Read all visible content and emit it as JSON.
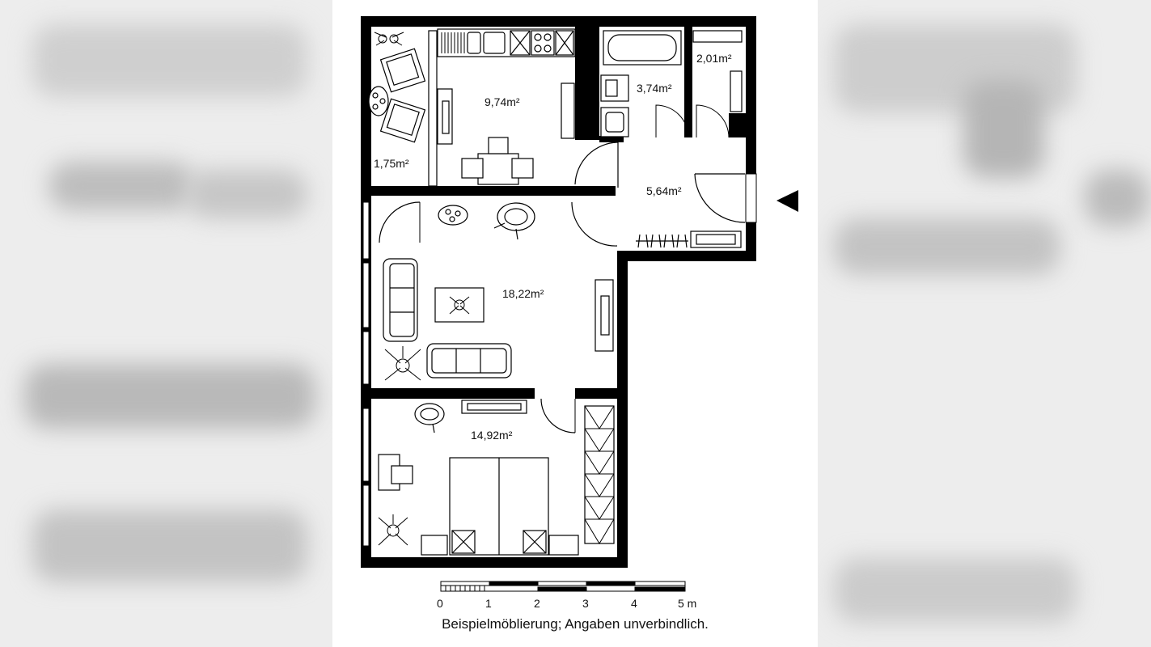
{
  "rooms": {
    "balcony": "1,75m²",
    "kitchen": "9,74m²",
    "bathroom": "3,74m²",
    "wc": "2,01m²",
    "hallway": "5,64m²",
    "living_room": "18,22m²",
    "bedroom": "14,92m²"
  },
  "scale_bar": {
    "ticks": [
      "0",
      "1",
      "2",
      "3",
      "4",
      "5 m"
    ]
  },
  "caption": "Beispielmöblierung; Angaben unverbindlich.",
  "colors": {
    "wall": "#000000",
    "paper": "#ffffff",
    "backdrop": "#ededed"
  },
  "icons": {
    "entrance_marker": "triangle-left-icon",
    "plant": "plant-icon"
  }
}
